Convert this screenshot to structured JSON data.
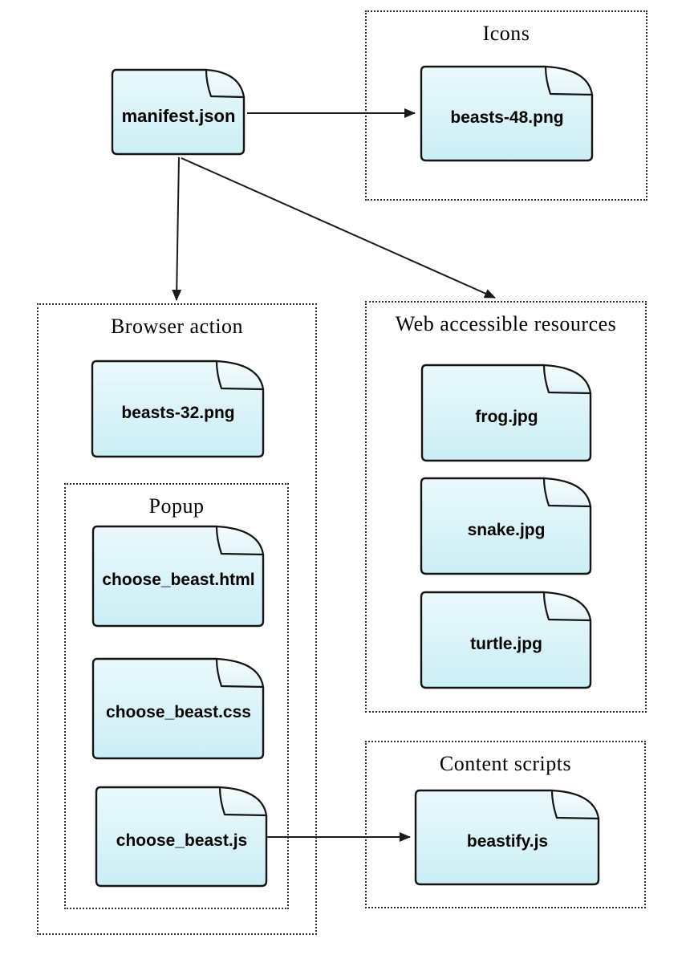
{
  "diagram": {
    "groups": {
      "icons": {
        "label": "Icons"
      },
      "browser_action": {
        "label": "Browser action"
      },
      "popup": {
        "label": "Popup"
      },
      "web_accessible_resources": {
        "label": "Web accessible resources"
      },
      "content_scripts": {
        "label": "Content scripts"
      }
    },
    "files": {
      "manifest": {
        "label": "manifest.json"
      },
      "beasts48": {
        "label": "beasts-48.png"
      },
      "beasts32": {
        "label": "beasts-32.png"
      },
      "choose_beast_html": {
        "label": "choose_beast.html"
      },
      "choose_beast_css": {
        "label": "choose_beast.css"
      },
      "choose_beast_js": {
        "label": "choose_beast.js"
      },
      "frog": {
        "label": "frog.jpg"
      },
      "snake": {
        "label": "snake.jpg"
      },
      "turtle": {
        "label": "turtle.jpg"
      },
      "beastify": {
        "label": "beastify.js"
      }
    },
    "edges": [
      {
        "from": "manifest.json",
        "to": "beasts-48.png"
      },
      {
        "from": "manifest.json",
        "to": "Browser action"
      },
      {
        "from": "manifest.json",
        "to": "Web accessible resources"
      },
      {
        "from": "choose_beast.js",
        "to": "beastify.js"
      }
    ],
    "colors": {
      "node_fill_top": "#eaf9fc",
      "node_fill_bottom": "#cbeef5",
      "flap_fill_top": "#f7fdfe",
      "flap_fill_bottom": "#e0f4f9",
      "node_border": "#141414",
      "group_border": "#2b2b2b",
      "edge_color": "#1a1a1a",
      "text_color": "#000000",
      "background": "#ffffff"
    }
  }
}
